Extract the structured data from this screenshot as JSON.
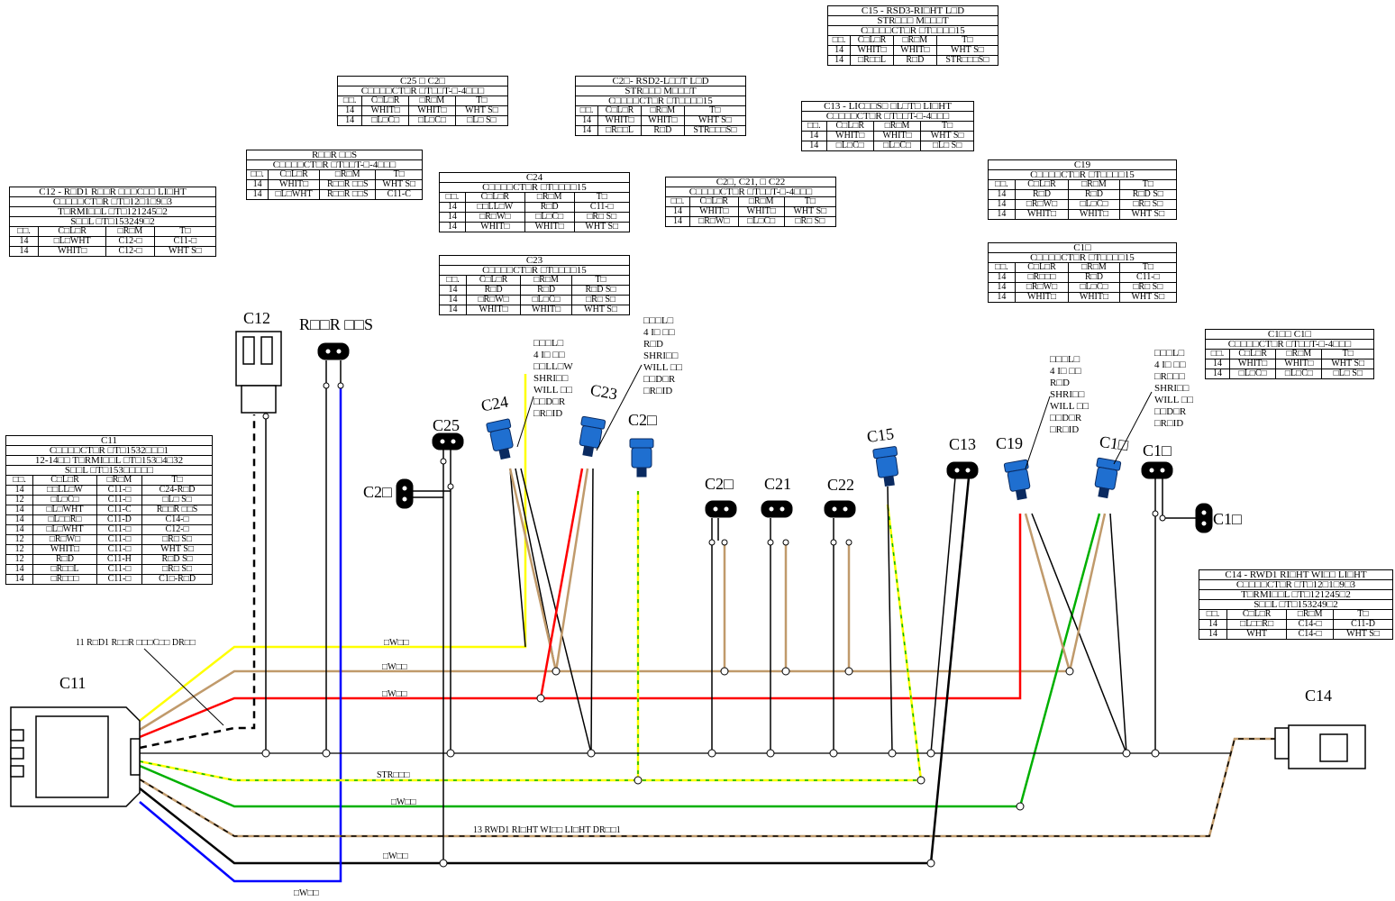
{
  "connector_labels": {
    "C11": "C11",
    "C12": "C12",
    "rear_oss": "R□□R □□S",
    "C25": "C25",
    "C24": "C24",
    "C23": "C23",
    "C26_top": "C2□",
    "C26_left": "C2□",
    "C20": "C2□",
    "C21": "C21",
    "C22": "C22",
    "C15": "C15",
    "C13": "C13",
    "C19": "C19",
    "C18": "C1□",
    "C17": "C1□",
    "C16": "C1□",
    "C14": "C14"
  },
  "wire_labels": {
    "yellow": "□W□□",
    "tan": "□W□□",
    "red": "□W□□",
    "strap": "STR□□□",
    "green": "□W□□",
    "black": "□W□□",
    "blue": "□W□□",
    "drain_left": "11 R□D1 R□□R □□□C□□ DR□□",
    "drain_right": "13 RWD1 RI□HT WI□□ LI□HT DR□□1"
  },
  "notes": {
    "c24": [
      "□□□L□",
      "4 I□ □□",
      "□□LL□W",
      "SHRI□□",
      "WILL □□",
      "□□D□R",
      "□R□ID"
    ],
    "c23": [
      "□□□L□",
      "4 I□ □□",
      "R□D",
      "SHRI□□",
      "WILL □□",
      "□□D□R",
      "□R□ID"
    ],
    "c19": [
      "□□□L□",
      "4 I□ □□",
      "R□D",
      "SHRI□□",
      "WILL □□",
      "□□D□R",
      "□R□ID"
    ],
    "c18": [
      "□□□L□",
      "4 I□ □□",
      "□R□□□",
      "SHRI□□",
      "WILL □□",
      "□□D□R",
      "□R□ID"
    ]
  },
  "tables": {
    "c15": {
      "title": [
        "C15 - RSD3-RI□HT L□D",
        "STR□□□ M□□□T",
        "C□□□□CT□R □T□□□□15"
      ],
      "head": [
        "□□.",
        "C□L□R",
        "□R□M",
        "T□"
      ],
      "rows": [
        [
          "14",
          "WHIT□",
          "WHIT□",
          "WHT S□"
        ],
        [
          "14",
          "□R□□L",
          "R□D",
          "STR□□□S□"
        ]
      ]
    },
    "c25c26": {
      "title": [
        "C25 □ C2□",
        "C□□□□CT□R □T□□T-□-4□□□"
      ],
      "head": [
        "□□.",
        "C□L□R",
        "□R□M",
        "T□"
      ],
      "rows": [
        [
          "14",
          "WHIT□",
          "WHIT□",
          "WHT S□"
        ],
        [
          "14",
          "□L□C□",
          "□L□C□",
          "□L□ S□"
        ]
      ]
    },
    "c2x": {
      "title": [
        "C2□- RSD2-L□□T L□D",
        "STR□□□ M□□□T",
        "C□□□□CT□R □T□□□□15"
      ],
      "head": [
        "□□.",
        "C□L□R",
        "□R□M",
        "T□"
      ],
      "rows": [
        [
          "14",
          "WHIT□",
          "WHIT□",
          "WHT S□"
        ],
        [
          "14",
          "□R□□L",
          "R□D",
          "STR□□□S□"
        ]
      ]
    },
    "c13": {
      "title": [
        "C13 - LIC□□S□ □L□T□ LI□HT",
        "C□□□□CT□R □T□□T-□-4□□□"
      ],
      "head": [
        "□□.",
        "C□L□R",
        "□R□M",
        "T□"
      ],
      "rows": [
        [
          "14",
          "WHIT□",
          "WHIT□",
          "WHT S□"
        ],
        [
          "14",
          "□L□C□",
          "□L□C□",
          "□L□ S□"
        ]
      ]
    },
    "rear": {
      "title": [
        "R□□R □□S",
        "C□□□□CT□R □T□□T-□-4□□□"
      ],
      "head": [
        "□□.",
        "C□L□R",
        "□R□M",
        "T□"
      ],
      "rows": [
        [
          "14",
          "WHIT□",
          "R□□R □□S",
          "WHT S□"
        ],
        [
          "14",
          "□L□WHT",
          "R□□R □□S",
          "C11-C"
        ]
      ]
    },
    "c24": {
      "title": [
        "C24",
        "C□□□□CT□R □T□□□□15"
      ],
      "head": [
        "□□.",
        "C□L□R",
        "□R□M",
        "T□"
      ],
      "rows": [
        [
          "14",
          "□□LL□W",
          "R□D",
          "C11-□"
        ],
        [
          "14",
          "□R□W□",
          "□L□C□",
          "□R□ S□"
        ],
        [
          "14",
          "WHIT□",
          "WHIT□",
          "WHT S□"
        ]
      ]
    },
    "c20c21c22": {
      "title": [
        "C2□, C21, □ C22",
        "C□□□□CT□R □T□□T-□-4□□□"
      ],
      "head": [
        "□□.",
        "C□L□R",
        "□R□M",
        "T□"
      ],
      "rows": [
        [
          "14",
          "WHIT□",
          "WHIT□",
          "WHT S□"
        ],
        [
          "14",
          "□R□W□",
          "□L□C□",
          "□R□ S□"
        ]
      ]
    },
    "c23": {
      "title": [
        "C23",
        "C□□□□CT□R □T□□□□15"
      ],
      "head": [
        "□□.",
        "C□L□R",
        "□R□M",
        "T□"
      ],
      "rows": [
        [
          "14",
          "R□D",
          "R□D",
          "R□D S□"
        ],
        [
          "14",
          "□R□W□",
          "□L□C□",
          "□R□ S□"
        ],
        [
          "14",
          "WHIT□",
          "WHIT□",
          "WHT S□"
        ]
      ]
    },
    "c19": {
      "title": [
        "C19",
        "C□□□□CT□R □T□□□□15"
      ],
      "head": [
        "□□.",
        "C□L□R",
        "□R□M",
        "T□"
      ],
      "rows": [
        [
          "14",
          "R□D",
          "R□D",
          "R□D S□"
        ],
        [
          "14",
          "□R□W□",
          "□L□C□",
          "□R□ S□"
        ],
        [
          "14",
          "WHIT□",
          "WHIT□",
          "WHT S□"
        ]
      ]
    },
    "c18": {
      "title": [
        "C1□",
        "C□□□□CT□R □T□□□□15"
      ],
      "head": [
        "□□.",
        "C□L□R",
        "□R□M",
        "T□"
      ],
      "rows": [
        [
          "14",
          "□R□□□",
          "R□D",
          "C11-□"
        ],
        [
          "14",
          "□R□W□",
          "□L□C□",
          "□R□ S□"
        ],
        [
          "14",
          "WHIT□",
          "WHIT□",
          "WHT S□"
        ]
      ]
    },
    "c16c17": {
      "title": [
        "C1□□ C1□",
        "C□□□□CT□R □T□□T-□-4□□□"
      ],
      "head": [
        "□□.",
        "C□L□R",
        "□R□M",
        "T□"
      ],
      "rows": [
        [
          "14",
          "WHIT□",
          "WHIT□",
          "WHT S□"
        ],
        [
          "14",
          "□L□C□",
          "□L□C□",
          "□L□ S□"
        ]
      ]
    },
    "c12": {
      "title": [
        "C12 - R□D1 R□□R □□□C□□ LI□HT",
        "C□□□□CT□R □T□12□1□9□3",
        "T□RMI□□L □T□121245□2",
        "S□□L □T□153249□2"
      ],
      "head": [
        "□□.",
        "C□L□R",
        "□R□M",
        "T□"
      ],
      "rows": [
        [
          "14",
          "□L□WHT",
          "C12-□",
          "C11-□"
        ],
        [
          "14",
          "WHIT□",
          "C12-□",
          "WHT S□"
        ]
      ]
    },
    "c11": {
      "title": [
        "C11",
        "C□□□□CT□R □T□1532□□□1",
        "12-14□□ T□RMI□□L □T□153□4□32",
        "S□□L □T□153□□□□□"
      ],
      "head": [
        "□□.",
        "C□L□R",
        "□R□M",
        "T□"
      ],
      "rows": [
        [
          "14",
          "□□LL□W",
          "C11-□",
          "C24-R□D"
        ],
        [
          "12",
          "□L□C□",
          "C11-□",
          "□L□ S□"
        ],
        [
          "14",
          "□L□WHT",
          "C11-C",
          "R□□R □□S"
        ],
        [
          "14",
          "□L□□R□",
          "C11-D",
          "C14-□"
        ],
        [
          "14",
          "□L□WHT",
          "C11-□",
          "C12-□"
        ],
        [
          "12",
          "□R□W□",
          "C11-□",
          "□R□ S□"
        ],
        [
          "12",
          "WHIT□",
          "C11-□",
          "WHT S□"
        ],
        [
          "12",
          "R□D",
          "C11-H",
          "R□D S□"
        ],
        [
          "14",
          "□R□□L",
          "C11-□",
          "□R□ S□"
        ],
        [
          "14",
          "□R□□□",
          "C11-□",
          "C1□-R□D"
        ]
      ]
    },
    "c14": {
      "title": [
        "C14 - RWD1 RI□HT WI□□ LI□HT",
        "C□□□□CT□R □T□12□1□9□3",
        "T□RMI□□L □T□121245□2",
        "S□□L □T□153249□2"
      ],
      "head": [
        "□□.",
        "C□L□R",
        "□R□M",
        "T□"
      ],
      "rows": [
        [
          "14",
          "□L□□R□",
          "C14-□",
          "C11-D"
        ],
        [
          "14",
          "WHT",
          "C14-□",
          "WHT S□"
        ]
      ]
    }
  },
  "colors": {
    "yellow": "#ffff00",
    "tan": "#c09a6b",
    "red": "#ff0000",
    "green": "#00b000",
    "black": "#000000",
    "blue": "#0000ff",
    "white": "#ffffff",
    "connector_blue": "#1f6fd0"
  }
}
